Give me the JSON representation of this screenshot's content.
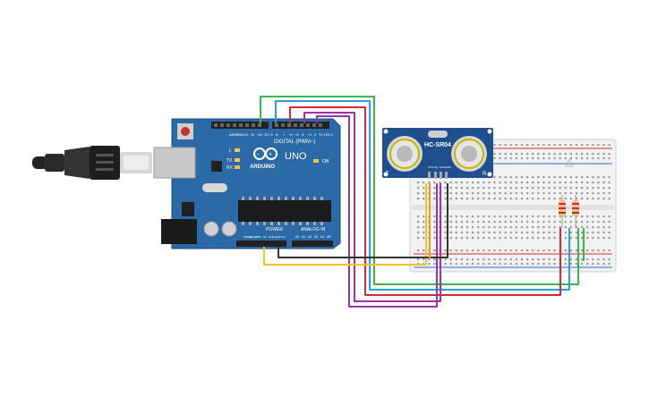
{
  "arduino": {
    "brand": "ARDUINO",
    "model": "UNO",
    "digital_label": "DIGITAL (PWM~)",
    "power_label": "POWER",
    "analog_label": "ANALOG IN",
    "aref": "AREF",
    "gnd": "GND",
    "on_label": "ON",
    "led_l": "L",
    "tx": "TX",
    "rx": "RX",
    "pin_13": "13",
    "pin_12": "12",
    "pin_11": "~11",
    "pin_10": "~10",
    "pin_9": "~9",
    "pin_8": "8",
    "pin_7": "7",
    "pin_6": "~6",
    "pin_5": "~5",
    "pin_4": "4",
    "pin_3": "~3",
    "pin_2": "2",
    "pin_1": "TX 1",
    "pin_0": "RX 0",
    "power_pins": [
      "IOREF",
      "RESET",
      "3.3V",
      "5V",
      "GND",
      "GND",
      "Vin"
    ],
    "analog_pins": [
      "A0",
      "A1",
      "A2",
      "A3",
      "A4",
      "A5"
    ]
  },
  "sensor": {
    "model": "HC-SR04",
    "left_mark": "T",
    "right_mark": "R",
    "pins": [
      "VCC",
      "Trig",
      "Echo",
      "GND"
    ]
  },
  "colors": {
    "board": "#2b6aa6",
    "sensor_board": "#1f4f8c",
    "wire_green": "#39b54a",
    "wire_blue": "#2a9fd6",
    "wire_red": "#d6273a",
    "wire_magenta": "#a3329e",
    "wire_purple": "#8e3aa8",
    "wire_black": "#333333",
    "wire_yellow": "#f2c230",
    "breadboard": "#f2f2f2"
  },
  "icons": [
    "usb-cable-icon",
    "reset-button-icon",
    "led-icon",
    "resistor-icon"
  ]
}
